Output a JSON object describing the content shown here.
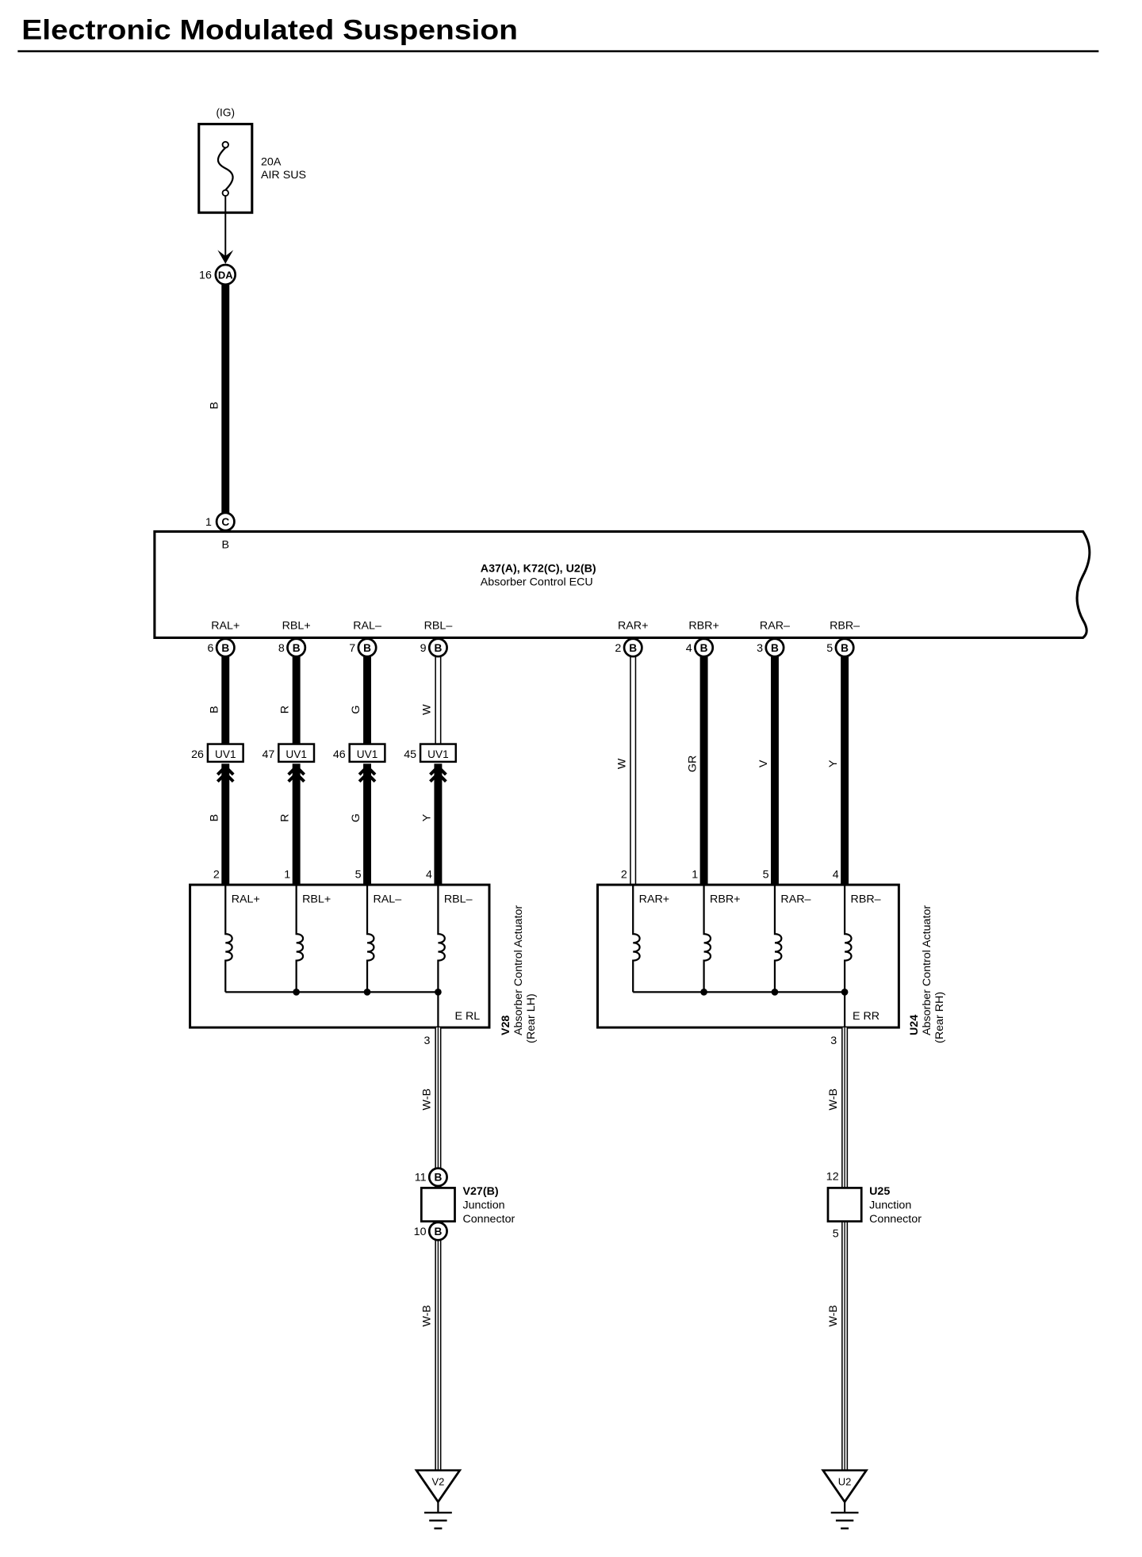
{
  "title": "Electronic Modulated Suspension",
  "fuse": {
    "source": "(IG)",
    "rating": "20A",
    "name": "AIR SUS"
  },
  "supply": {
    "connector": "DA",
    "pin": "16",
    "wire": "B",
    "ecu_connector": "C",
    "ecu_pin": "1",
    "ecu_terminal": "B"
  },
  "ecu": {
    "connectors": "A37(A), K72(C), U2(B)",
    "name": "Absorber Control ECU"
  },
  "left_channels": [
    {
      "terminal": "RAL+",
      "ecu_pin": "6",
      "ecu_connector": "B",
      "wire_upper": "B",
      "junction": "UV1",
      "junction_pin": "26",
      "wire_lower": "B",
      "actuator_pin": "2"
    },
    {
      "terminal": "RBL+",
      "ecu_pin": "8",
      "ecu_connector": "B",
      "wire_upper": "R",
      "junction": "UV1",
      "junction_pin": "47",
      "wire_lower": "R",
      "actuator_pin": "1"
    },
    {
      "terminal": "RAL–",
      "ecu_pin": "7",
      "ecu_connector": "B",
      "wire_upper": "G",
      "junction": "UV1",
      "junction_pin": "46",
      "wire_lower": "G",
      "actuator_pin": "5"
    },
    {
      "terminal": "RBL–",
      "ecu_pin": "9",
      "ecu_connector": "B",
      "wire_upper": "W",
      "junction": "UV1",
      "junction_pin": "45",
      "wire_lower": "Y",
      "actuator_pin": "4"
    }
  ],
  "right_channels": [
    {
      "terminal": "RAR+",
      "ecu_pin": "2",
      "ecu_connector": "B",
      "wire": "W",
      "actuator_pin": "2"
    },
    {
      "terminal": "RBR+",
      "ecu_pin": "4",
      "ecu_connector": "B",
      "wire": "GR",
      "actuator_pin": "1"
    },
    {
      "terminal": "RAR–",
      "ecu_pin": "3",
      "ecu_connector": "B",
      "wire": "V",
      "actuator_pin": "5"
    },
    {
      "terminal": "RBR–",
      "ecu_pin": "5",
      "ecu_connector": "B",
      "wire": "Y",
      "actuator_pin": "4"
    }
  ],
  "actuator_lh": {
    "code": "V28",
    "name": "Absorber Control Actuator",
    "position": "(Rear LH)",
    "terminals": [
      "RAL+",
      "RBL+",
      "RAL–",
      "RBL–"
    ],
    "ground_terminal": "E RL",
    "ground_pin": "3"
  },
  "actuator_rh": {
    "code": "U24",
    "name": "Absorber Control Actuator",
    "position": "(Rear RH)",
    "terminals": [
      "RAR+",
      "RBR+",
      "RAR–",
      "RBR–"
    ],
    "ground_terminal": "E RR",
    "ground_pin": "3"
  },
  "ground_lh": {
    "wire_upper": "W-B",
    "junction": {
      "code": "V27(B)",
      "label_lines": [
        "Junction",
        "Connector"
      ],
      "pin_in": "11",
      "pin_in_connector": "B",
      "pin_out": "10",
      "pin_out_connector": "B"
    },
    "wire_lower": "W-B",
    "ground_point": "V2"
  },
  "ground_rh": {
    "wire_upper": "W-B",
    "junction": {
      "code": "U25",
      "label_lines": [
        "Junction",
        "Connector"
      ],
      "pin_in": "12",
      "pin_out": "5"
    },
    "wire_lower": "W-B",
    "ground_point": "U2"
  }
}
